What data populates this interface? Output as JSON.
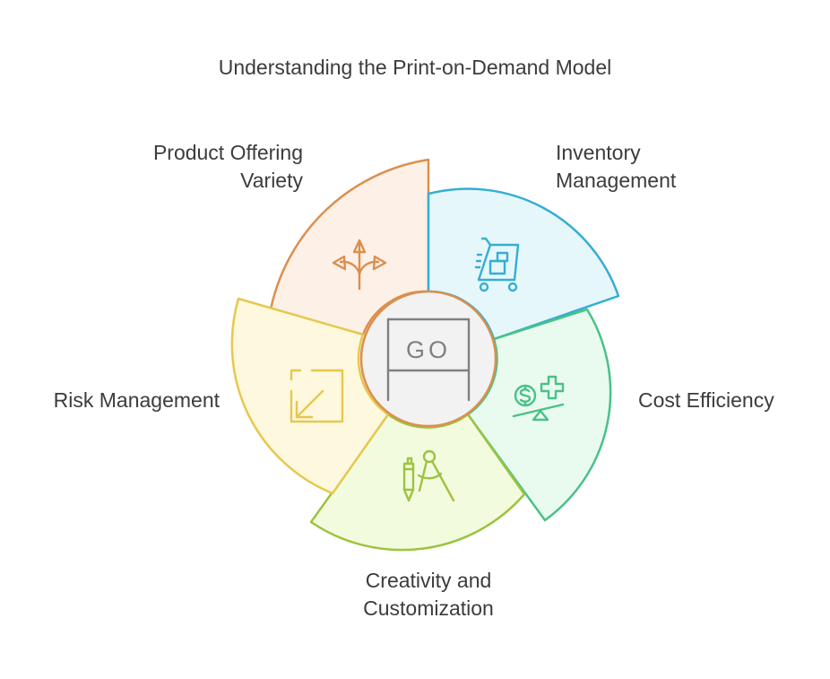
{
  "title": "Understanding the Print-on-Demand Model",
  "center": {
    "label": "GO",
    "icon": "signboard-icon"
  },
  "segments": [
    {
      "id": "product-offering-variety",
      "lines": [
        "Product Offering",
        "Variety"
      ],
      "icon": "split-arrows-icon",
      "fill": "#fdf0e6",
      "stroke": "#db8f4e"
    },
    {
      "id": "inventory-management",
      "lines": [
        "Inventory",
        "Management"
      ],
      "icon": "inventory-cart-icon",
      "fill": "#e6f7fc",
      "stroke": "#34aed3"
    },
    {
      "id": "cost-efficiency",
      "lines": [
        "Cost Efficiency"
      ],
      "icon": "dollar-balance-icon",
      "fill": "#e9fbef",
      "stroke": "#4ac188"
    },
    {
      "id": "creativity-and-customization",
      "lines": [
        "Creativity and",
        "Customization"
      ],
      "icon": "pen-compass-icon",
      "fill": "#f3fbdf",
      "stroke": "#9cc43e"
    },
    {
      "id": "risk-management",
      "lines": [
        "Risk Management"
      ],
      "icon": "arrow-in-square-icon",
      "fill": "#fdf8de",
      "stroke": "#e6c84d"
    }
  ],
  "colors": {
    "center_fill": "#f2f2f2",
    "center_icon": "#808080",
    "text": "#3c3c3c"
  }
}
